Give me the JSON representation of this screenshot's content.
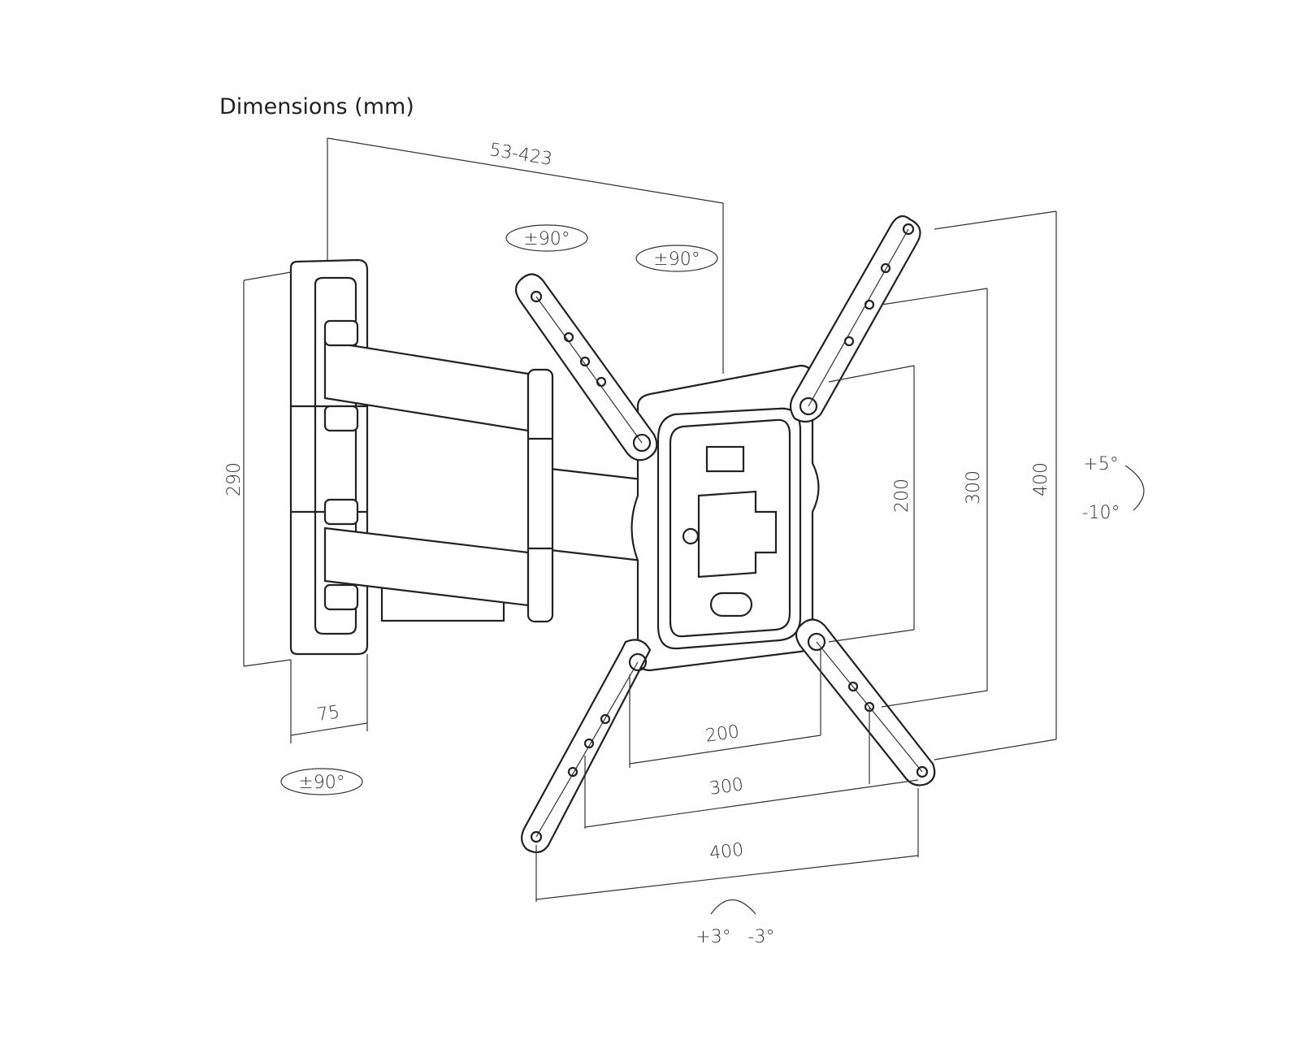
{
  "title": "Dimensions (mm)",
  "dimensions": {
    "arm_extension": "53-423",
    "wall_plate_height": "290",
    "wall_plate_depth": "75",
    "vesa_h_200": "200",
    "vesa_h_300": "300",
    "vesa_h_400": "400",
    "vesa_v_200": "200",
    "vesa_v_300": "300",
    "vesa_v_400": "400"
  },
  "rotations": {
    "swivel_top_left": "±90°",
    "swivel_top_right": "±90°",
    "swivel_bottom": "±90°",
    "tilt_up": "+5°",
    "tilt_down": "-10°",
    "level_plus": "+3°",
    "level_minus": "-3°"
  }
}
